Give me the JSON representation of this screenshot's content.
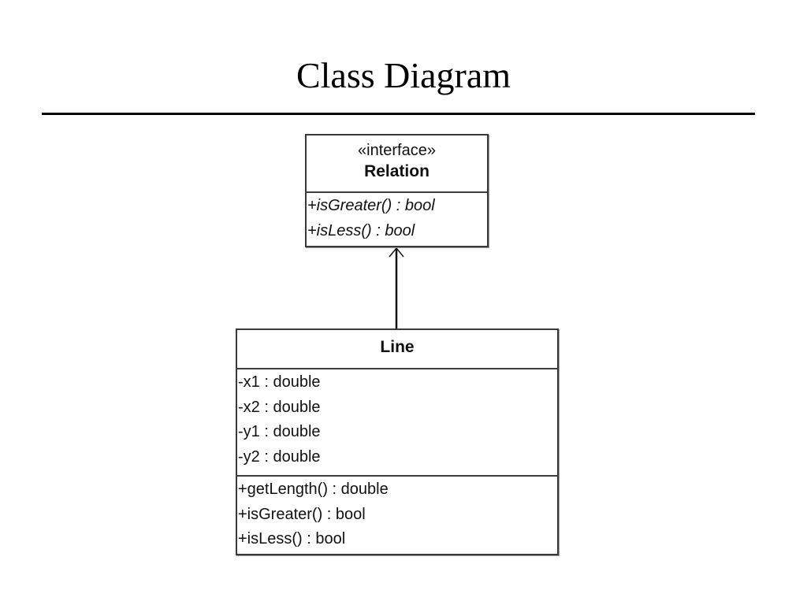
{
  "title": "Class Diagram",
  "diagram": {
    "interface": {
      "stereotype": "«interface»",
      "name": "Relation",
      "operations": [
        "+isGreater() : bool",
        "+isLess() : bool"
      ]
    },
    "class": {
      "name": "Line",
      "attributes": [
        "-x1 : double",
        "-x2 : double",
        "-y1 : double",
        "-y2 : double"
      ],
      "operations": [
        "+getLength() : double",
        "+isGreater() : bool",
        "+isLess() : bool"
      ]
    },
    "relationship": {
      "type": "realization",
      "from": "Line",
      "to": "Relation"
    }
  }
}
